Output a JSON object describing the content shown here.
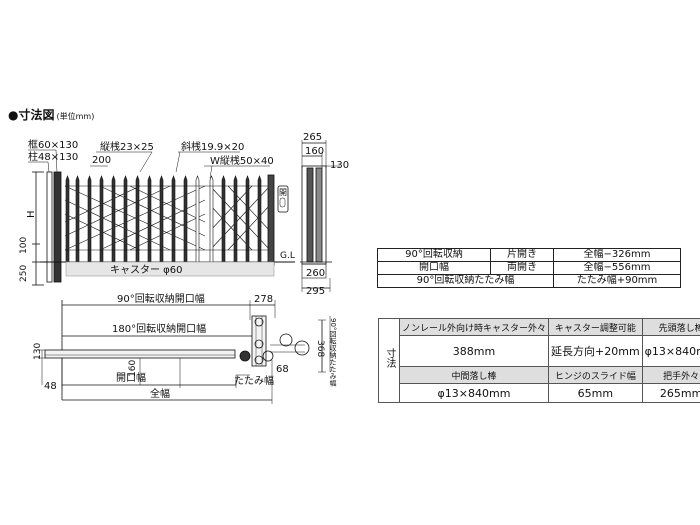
{
  "heading": {
    "title": "●寸法図",
    "unit": "(単位mm)"
  },
  "front_view": {
    "frame_label": "框60×130",
    "post_label": "柱48×130",
    "vertical_bar_label": "縦桟23×25",
    "bar_pitch_label": "200",
    "diagonal_bar_label": "斜桟19.9×20",
    "w_vertical_bar_label": "W縦桟50×40",
    "height_label": "H",
    "dim_100": "100",
    "dim_250": "250",
    "ground_label": "G.L",
    "caster_label": "キャスター φ60"
  },
  "side_view": {
    "dim_265": "265",
    "dim_160": "160",
    "dim_130": "130",
    "dim_260": "260",
    "dim_295": "295",
    "open_sign": "開"
  },
  "plan_view": {
    "rot90_width_label": "90°回転収納開口幅",
    "rot180_width_label": "180°回転収納開口幅",
    "dim_278": "278",
    "rot90_folded_label": "90°回転収納たたみ幅",
    "dim_368": "368",
    "dim_130": "130",
    "dim_160": "160",
    "dim_48": "48",
    "dim_68": "68",
    "opening_width_label": "開口幅",
    "folded_width_label": "たたみ幅",
    "total_width_label": "全幅"
  },
  "table1": {
    "r1c1": "90°回転収納",
    "r2c1": "開口幅",
    "r1c2": "片開き",
    "r1c3": "全幅−326mm",
    "r2c2": "両開き",
    "r2c3": "全幅−556mm",
    "r3c1": "90°回転収納たたみ幅",
    "r3c3": "たたみ幅+90mm"
  },
  "table2": {
    "side": "寸法",
    "h1": "ノンレール外向け時キャスター外々",
    "h2": "キャスター調整可能",
    "h3": "先頭落し棒",
    "v1": "388mm",
    "v2": "延長方向+20mm",
    "v3": "φ13×840mm",
    "h4": "中間落し棒",
    "h5": "ヒンジのスライド幅",
    "h6": "把手外々",
    "v4": "φ13×840mm",
    "v5": "65mm",
    "v6": "265mm"
  }
}
